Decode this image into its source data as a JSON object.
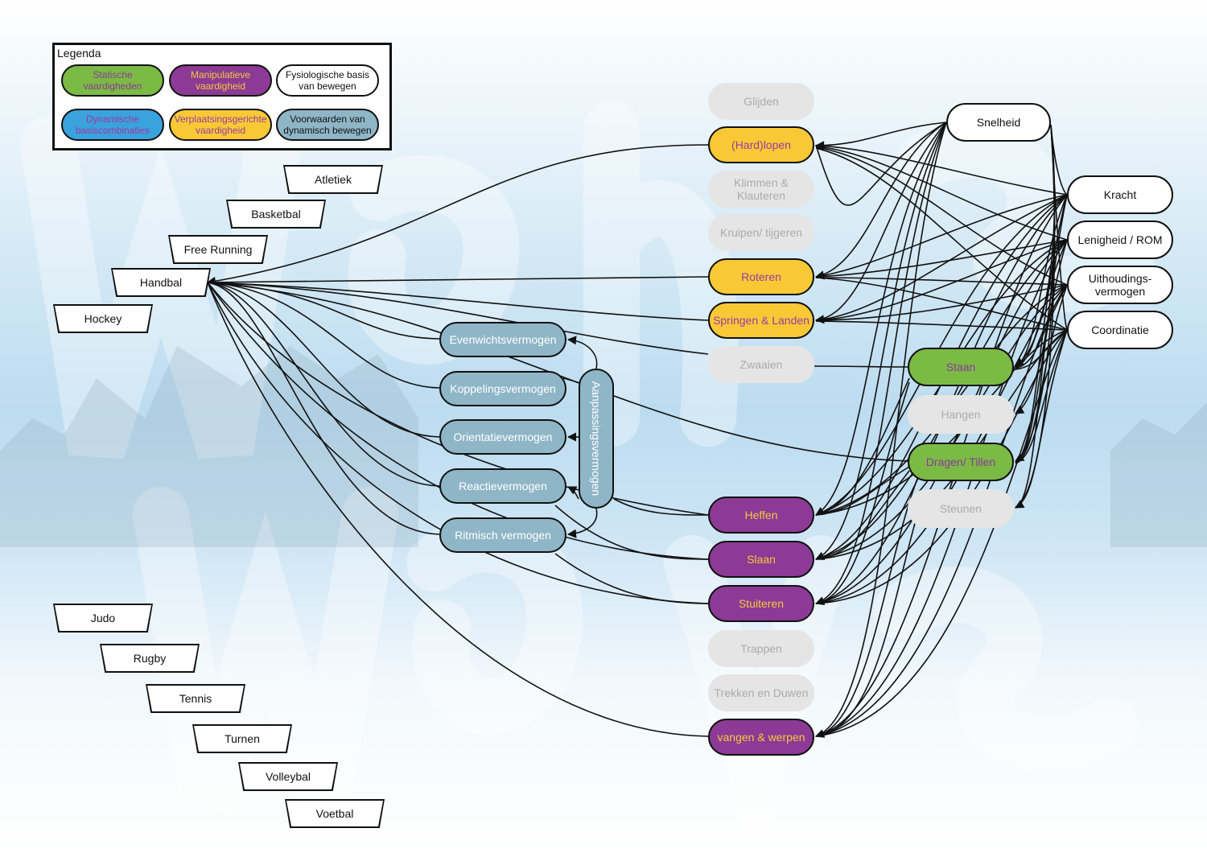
{
  "legend": {
    "title": "Legenda",
    "items": [
      {
        "label": "Statische vaardigheden",
        "category": "statisch"
      },
      {
        "label": "Manipulatieve vaardigheid",
        "category": "manipulatief"
      },
      {
        "label": "Fysiologische basis van bewegen",
        "category": "fysiologisch"
      },
      {
        "label": "Dynamische basiscombinaties",
        "category": "dynamisch"
      },
      {
        "label": "Verplaatsingsgerichte vaardigheid",
        "category": "verplaatsing"
      },
      {
        "label": "Voorwaarden van dynamisch bewegen",
        "category": "voorwaarden"
      }
    ]
  },
  "colors": {
    "statisch": "#7bba45",
    "manipulatief": "#8c3a95",
    "verplaatsing": "#f9c935",
    "dynamisch": "#3aa2dd",
    "voorwaarden": "#8fb6c7",
    "fysiologisch": "#ffffff",
    "inactive": "#e5e5e5"
  },
  "sports": [
    "Atletiek",
    "Basketbal",
    "Free Running",
    "Handbal",
    "Hockey",
    "Judo",
    "Rugby",
    "Tennis",
    "Turnen",
    "Volleybal",
    "Voetbal"
  ],
  "selected_sport": "Handbal",
  "voorwaarden": {
    "group_label": "Aanpassingsvermogen",
    "items": [
      "Evenwichtsvermogen",
      "Koppelingsvermogen",
      "Orientatievermogen",
      "Reactievermogen",
      "Ritmisch vermogen"
    ]
  },
  "vaardigheden": [
    {
      "label": "Glijden",
      "category": "verplaatsing",
      "active": false
    },
    {
      "label": "(Hard)lopen",
      "category": "verplaatsing",
      "active": true
    },
    {
      "label": "Klimmen & Klauteren",
      "category": "verplaatsing",
      "active": false
    },
    {
      "label": "Kruipen/ tijgeren",
      "category": "verplaatsing",
      "active": false
    },
    {
      "label": "Roteren",
      "category": "verplaatsing",
      "active": true
    },
    {
      "label": "Springen & Landen",
      "category": "verplaatsing",
      "active": true
    },
    {
      "label": "Zwaaien",
      "category": "verplaatsing",
      "active": false
    },
    {
      "label": "Heffen",
      "category": "manipulatief",
      "active": true
    },
    {
      "label": "Slaan",
      "category": "manipulatief",
      "active": true
    },
    {
      "label": "Stuiteren",
      "category": "manipulatief",
      "active": true
    },
    {
      "label": "Trappen",
      "category": "manipulatief",
      "active": false
    },
    {
      "label": "Trekken en Duwen",
      "category": "manipulatief",
      "active": false
    },
    {
      "label": "vangen & werpen",
      "category": "manipulatief",
      "active": true
    }
  ],
  "statisch": [
    {
      "label": "Staan",
      "active": true
    },
    {
      "label": "Hangen",
      "active": false
    },
    {
      "label": "Dragen/ Tillen",
      "active": true
    },
    {
      "label": "Steunen",
      "active": false
    }
  ],
  "fysiologisch": [
    "Snelheid",
    "Kracht",
    "Lenigheid / ROM",
    "Uithoudings-\nvermogen",
    "Coordinatie"
  ]
}
